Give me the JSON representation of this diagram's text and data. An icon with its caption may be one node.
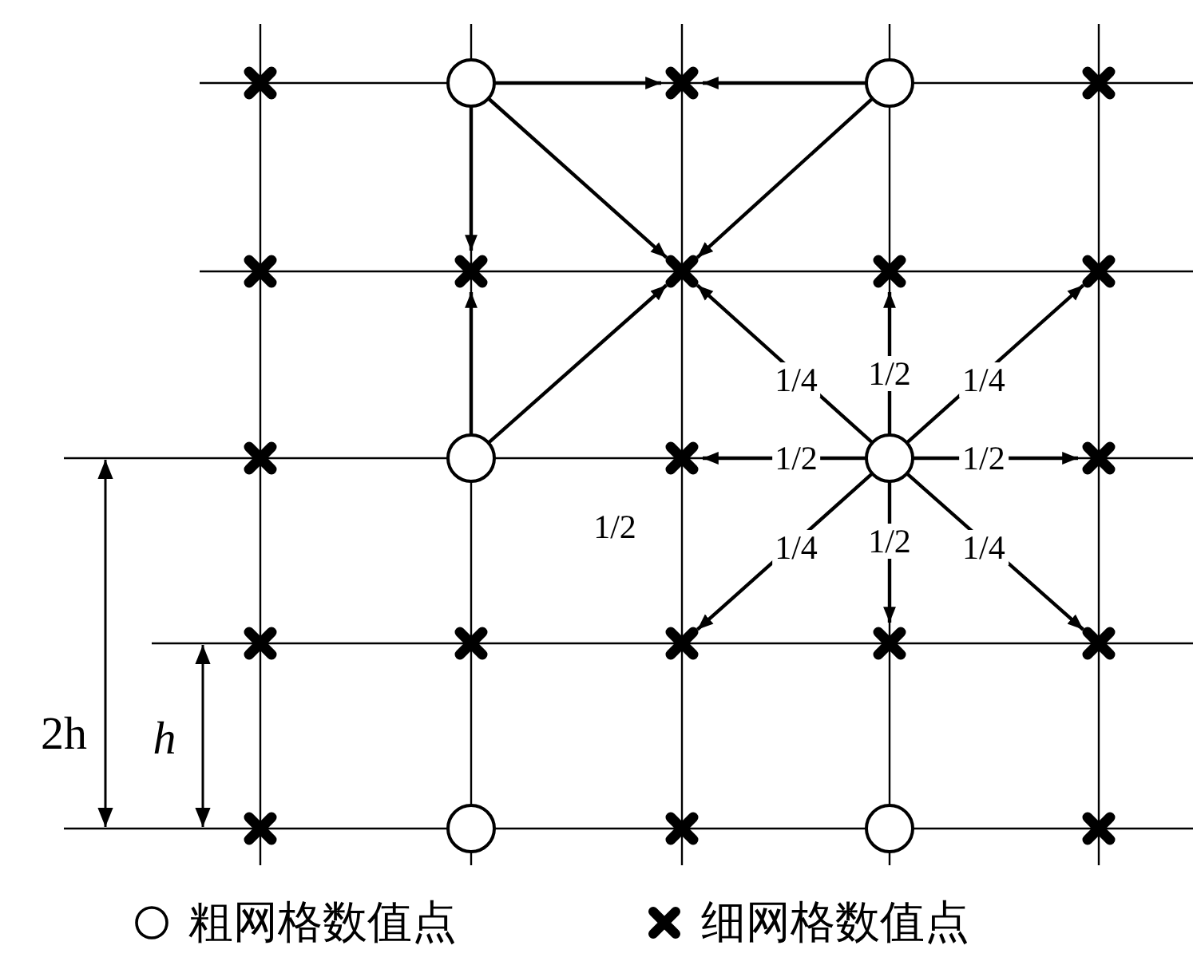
{
  "diagram": {
    "nodes": [
      {
        "text": [],
        "shape": "cross"
      },
      {
        "text": [],
        "shape": "circle"
      },
      {
        "text": [],
        "shape": "cross"
      },
      {
        "text": [],
        "shape": "circle"
      },
      {
        "text": [],
        "shape": "cross"
      },
      {
        "text": [],
        "shape": "cross"
      },
      {
        "text": [],
        "shape": "cross"
      },
      {
        "text": [],
        "shape": "cross"
      },
      {
        "text": [],
        "shape": "cross"
      },
      {
        "text": [],
        "shape": "cross"
      },
      {
        "text": [],
        "shape": "cross"
      },
      {
        "text": [],
        "shape": "circle"
      },
      {
        "text": [],
        "shape": "cross"
      },
      {
        "text": [],
        "shape": "circle"
      },
      {
        "text": [],
        "shape": "cross"
      },
      {
        "text": [],
        "shape": "cross"
      },
      {
        "text": [],
        "shape": "cross"
      },
      {
        "text": [],
        "shape": "cross"
      },
      {
        "text": [],
        "shape": "cross"
      },
      {
        "text": [],
        "shape": "cross"
      },
      {
        "text": [],
        "shape": "cross"
      },
      {
        "text": [],
        "shape": "circle"
      },
      {
        "text": [],
        "shape": "cross"
      },
      {
        "text": [],
        "shape": "circle"
      },
      {
        "text": [],
        "shape": "cross"
      }
    ],
    "edges": [
      {
        "from": 1,
        "to": 2,
        "arrow": "to"
      },
      {
        "from": 3,
        "to": 2,
        "arrow": "to"
      },
      {
        "from": 1,
        "to": 6,
        "arrow": "to"
      },
      {
        "from": 1,
        "to": 7,
        "arrow": "to"
      },
      {
        "from": 3,
        "to": 7,
        "arrow": "to"
      },
      {
        "from": 11,
        "to": 6,
        "arrow": "to"
      },
      {
        "from": 11,
        "to": 7,
        "arrow": "to"
      },
      {
        "from": 13,
        "to": 7,
        "arrow": "to",
        "label": "1/4"
      },
      {
        "from": 13,
        "to": 8,
        "arrow": "to",
        "label": "1/2"
      },
      {
        "from": 13,
        "to": 9,
        "arrow": "to",
        "label": "1/4"
      },
      {
        "from": 13,
        "to": 12,
        "arrow": "to",
        "label": "1/2"
      },
      {
        "from": 13,
        "to": 14,
        "arrow": "to",
        "label": "1/2"
      },
      {
        "from": 13,
        "to": 17,
        "arrow": "to",
        "label": "1/4"
      },
      {
        "from": 13,
        "to": 18,
        "arrow": "to",
        "label": "1/2"
      },
      {
        "from": 13,
        "to": 19,
        "arrow": "to",
        "label": "1/4"
      }
    ],
    "labels": [
      "1/2",
      "2h",
      "h"
    ],
    "legend": [
      {
        "text": "粗网格数值点"
      },
      {
        "text": "细网格数值点"
      }
    ]
  }
}
